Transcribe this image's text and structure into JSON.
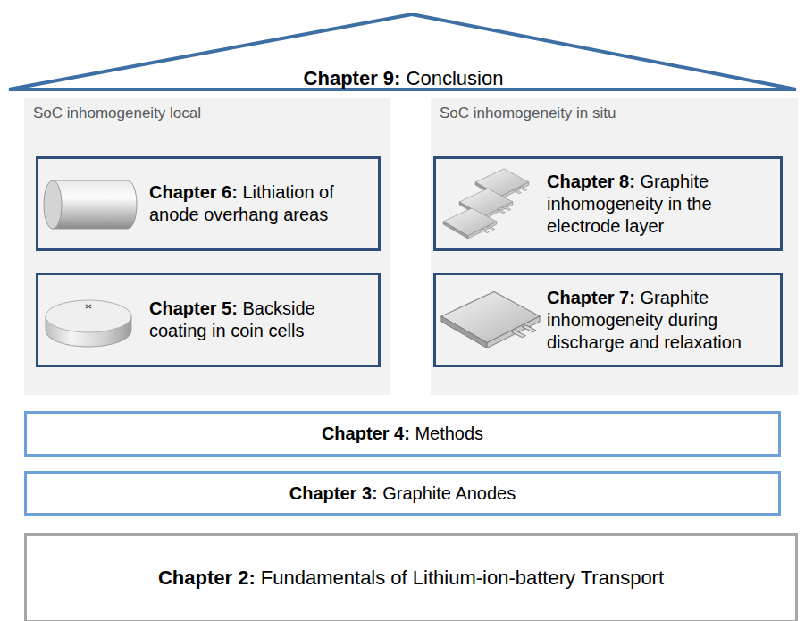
{
  "diagram": {
    "nodes": [
      {
        "text": [
          "Chapter 9:",
          "Conclusion"
        ]
      },
      {
        "text": [
          "SoC inhomogeneity local"
        ]
      },
      {
        "text": [
          "Chapter 6:",
          "Lithiation of anode overhang areas"
        ],
        "in": 1
      },
      {
        "text": [
          "Chapter 5:",
          "Backside coating in coin cells"
        ],
        "in": 1
      },
      {
        "text": [
          "SoC inhomogeneity in situ"
        ]
      },
      {
        "text": [
          "Chapter 8:",
          "Graphite inhomogeneity in the electrode layer"
        ],
        "in": 4
      },
      {
        "text": [
          "Chapter 7:",
          "Graphite inhomogeneity during discharge and relaxation"
        ],
        "in": 4
      },
      {
        "text": [
          "Chapter 4:",
          "Methods"
        ]
      },
      {
        "text": [
          "Chapter 3:",
          "Graphite Anodes"
        ]
      },
      {
        "text": [
          "Chapter 2:",
          "Fundamentals of Lithium-ion-battery Transport"
        ]
      }
    ]
  }
}
